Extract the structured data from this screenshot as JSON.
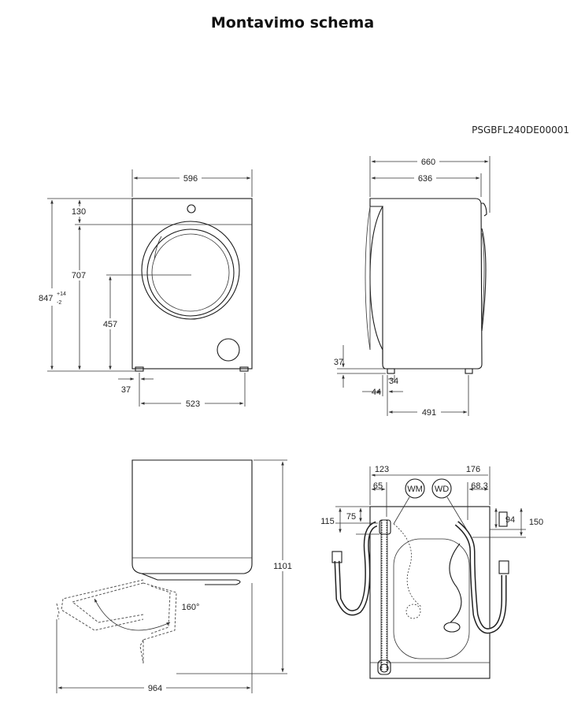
{
  "header": {
    "title": "Montavimo schema",
    "code": "PSGBFL240DE00001"
  },
  "front_view": {
    "width": "596",
    "top_panel": "130",
    "porthole_center_height": "707",
    "total_height_base": "847",
    "total_height_tol_plus": "+14",
    "total_height_tol_minus": "-2",
    "porthole_bottom_height": "457",
    "foot_offset": "37",
    "foot_span": "523"
  },
  "side_view": {
    "depth_total": "660",
    "depth_body": "636",
    "foot_height": "37",
    "foot_inset_back": "44",
    "foot_width": "34",
    "foot_span": "491"
  },
  "door_view": {
    "height_with_door": "1101",
    "door_angle": "160°",
    "total_depth_open": "964"
  },
  "rear_view": {
    "left_offset": "123",
    "left_inner": "65",
    "right_offset": "176",
    "right_inner": "68,3",
    "left_height_outer": "115",
    "left_height_inner": "75",
    "right_height_inner": "94",
    "right_height_outer": "150",
    "badge_wm": "WM",
    "badge_wd": "WD"
  }
}
